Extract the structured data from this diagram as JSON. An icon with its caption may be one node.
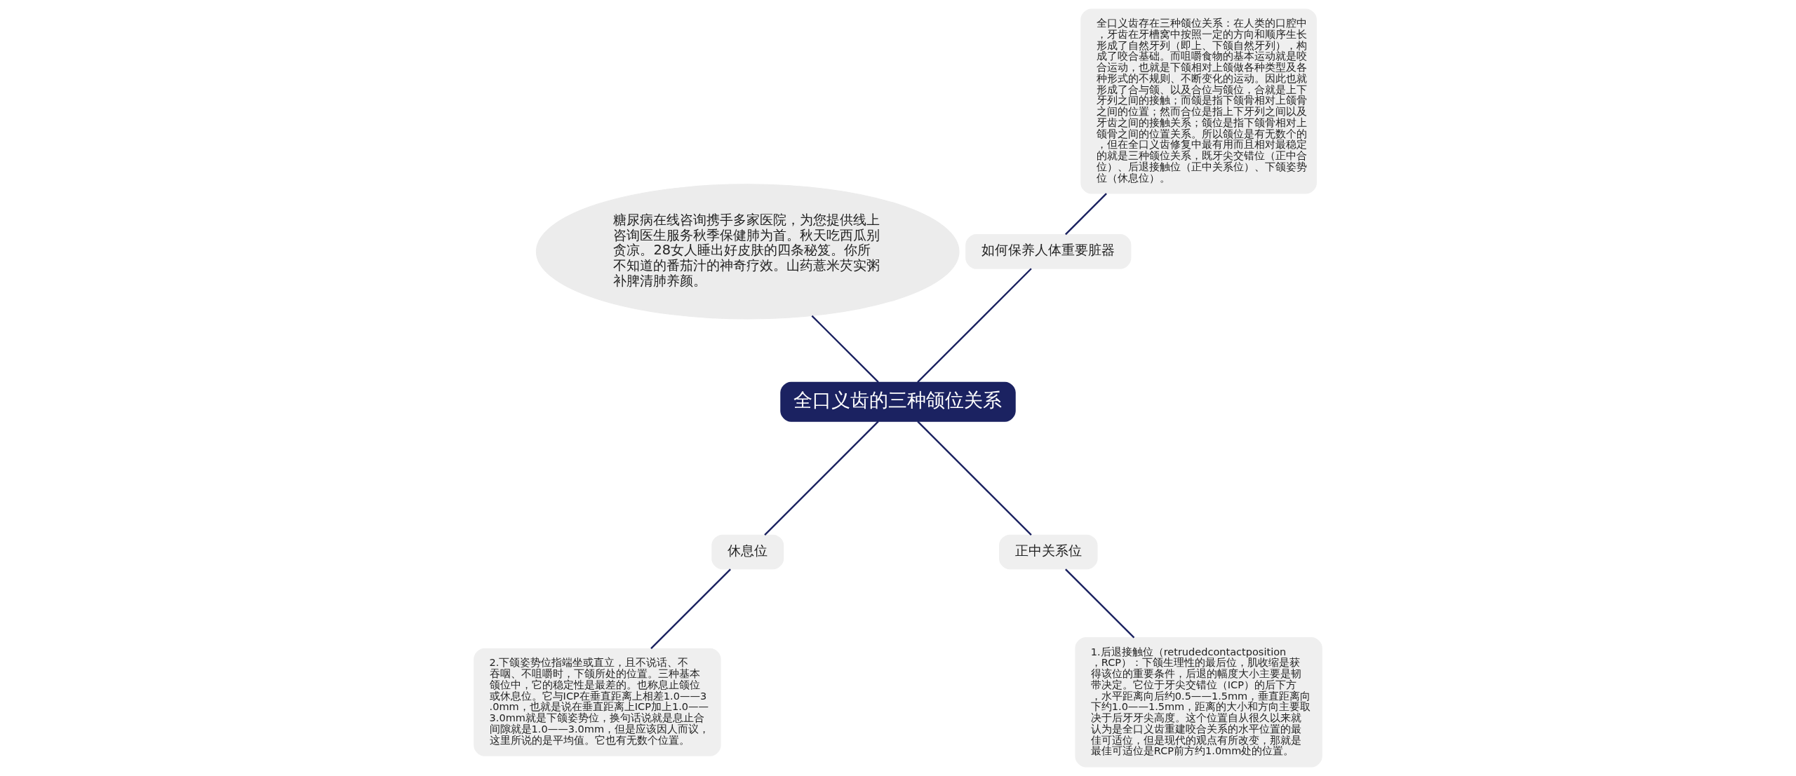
{
  "diagram": {
    "nodes": [
      {
        "text": [
          "全口义齿的三种颌位关系"
        ]
      },
      {
        "text": [
          "如何保养人体重要脏器"
        ]
      },
      {
        "text": [
          "全口义齿存在三种颌位关系：在人类的口腔中，牙齿在牙槽窝中按照一定的方向和顺序生长形成了自然牙列（即上、下颌自然牙列），构成了咬合基础。而咀嚼食物的基本运动就是咬合运动，也就是下颌相对上颌做各种类型及各种形式的不规则、不断变化的运动。因此也就形成了合与颌、以及合位与颌位，合就是上下牙列之间的接触；而颌是指下颌骨相对上颌骨之间的位置；然而合位是指上下牙列之间以及牙齿之间的接触关系；颌位是指下颌骨相对上颌骨之间的位置关系。所以颌位是有无数个的，但在全口义齿修复中最有用而且相对最稳定的就是三种颌位关系，既牙尖交错位（正中合位）、后退接触位（正中关系位）、下颌姿势位（休息位）。"
        ]
      },
      {
        "text": [
          "糖尿病在线咨询携手多家医院，为您提供线上咨询医生服务秋季保健肺为首。秋天吃西瓜别贪凉。28女人睡出好皮肤的四条秘笈。你所不知道的番茄汁的神奇疗效。山药薏米芡实粥补脾清肺养颜。"
        ]
      },
      {
        "text": [
          "休息位"
        ]
      },
      {
        "text": [
          "2.下颌姿势位指端坐或直立，且不说话、不吞咽、不咀嚼时，下颌所处的位置。三种基本颌位中，它的稳定性是最差的。也称息止颌位或休息位。它与ICP在垂直距离上相差1.0——3.0mm，也就是说在垂直距离上ICP加上1.0——3.0mm就是下颌姿势位，换句话说就是息止合间隙就是1.0——3.0mm，但是应该因人而议，这里所说的是平均值。它也有无数个位置。"
        ]
      },
      {
        "text": [
          "正中关系位"
        ]
      },
      {
        "text": [
          "1.后退接触位（retrudedcontactposition，RCP）：下颌生理性的最后位，肌收缩是获得该位的重要条件，后退的幅度大小主要是韧带决定。它位于牙尖交错位（ICP）的后下方，水平距离向后约0.5——1.5mm，垂直距离向下约1.0——1.5mm，距离的大小和方向主要取决于后牙牙尖高度。这个位置自从很久以来就认为是全口义齿重建咬合关系的水平位置的最佳可适位，但是现代的观点有所改变，那就是最佳可适位是RCP前方约1.0mm处的位置。"
        ]
      }
    ],
    "edges": [
      {
        "from": 0,
        "to": 1,
        "arrow": "none"
      },
      {
        "from": 1,
        "to": 2,
        "arrow": "none"
      },
      {
        "from": 0,
        "to": 3,
        "arrow": "none"
      },
      {
        "from": 0,
        "to": 4,
        "arrow": "none"
      },
      {
        "from": 4,
        "to": 5,
        "arrow": "none"
      },
      {
        "from": 0,
        "to": 6,
        "arrow": "none"
      },
      {
        "from": 6,
        "to": 7,
        "arrow": "none"
      }
    ]
  }
}
